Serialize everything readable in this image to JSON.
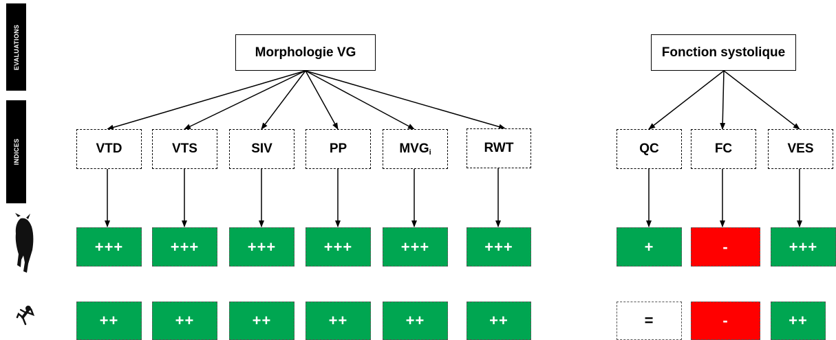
{
  "sidebar": {
    "evaluations_label": "EVALUATIONS",
    "indices_label": "INDICES"
  },
  "groups": {
    "morphology": {
      "title": "Morphologie VG",
      "indices": [
        "VTD",
        "VTS",
        "SIV",
        "PP",
        "MVG",
        "RWT"
      ],
      "mvg_subscript": "i",
      "row_1": [
        "+++",
        "+++",
        "+++",
        "+++",
        "+++",
        "+++"
      ],
      "row_2": [
        "++",
        "++",
        "++",
        "++",
        "++",
        "++"
      ]
    },
    "systolic": {
      "title": "Fonction systolique",
      "indices": [
        "QC",
        "FC",
        "VES"
      ],
      "row_1": [
        "+",
        "-",
        "+++"
      ],
      "row_2": [
        "=",
        "-",
        "++"
      ]
    }
  },
  "colors": {
    "positive": "#00a651",
    "negative": "#ff0000",
    "neutral": "#ffffff"
  },
  "icons": {
    "row_1": "bison-silhouette-icon",
    "row_2": "wrestler-silhouette-icon"
  }
}
